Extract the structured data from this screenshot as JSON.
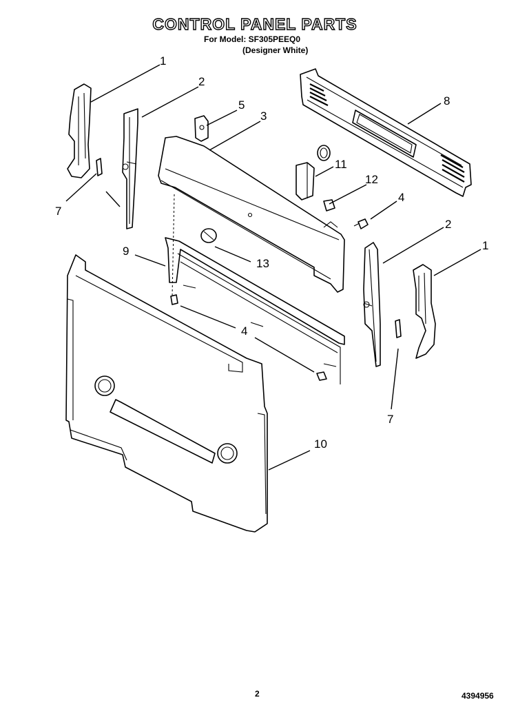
{
  "header": {
    "title": "CONTROL PANEL PARTS",
    "model_line": "For Model: SF305PEEQ0",
    "variant_line": "(Designer White)"
  },
  "callouts": {
    "c1a": "1",
    "c2a": "2",
    "c5": "5",
    "c3": "3",
    "c8": "8",
    "c11": "11",
    "c12": "12",
    "c4a": "4",
    "c7a": "7",
    "c2b": "2",
    "c1b": "1",
    "c9": "9",
    "c13": "13",
    "c4b": "4",
    "c7b": "7",
    "c10": "10"
  },
  "footer": {
    "page_number": "2",
    "document_number": "4394956"
  }
}
